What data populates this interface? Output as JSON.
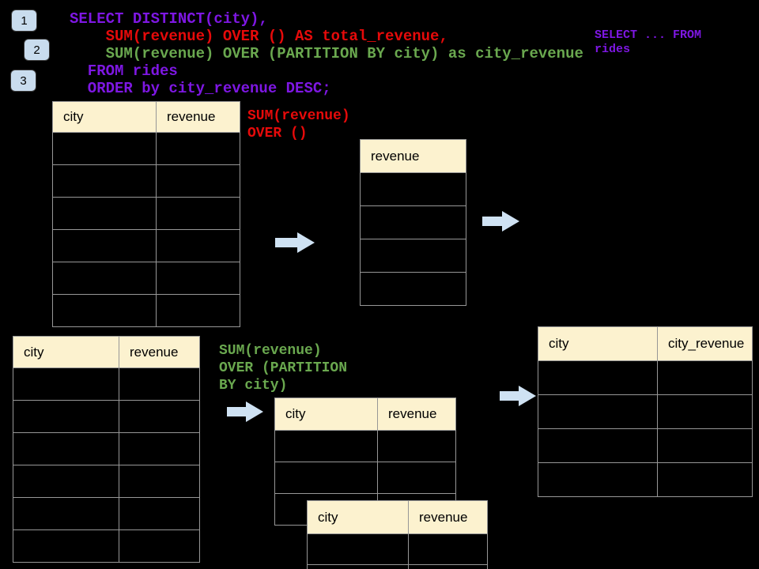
{
  "colors": {
    "bg": "#000000",
    "purple": "#7e17e3",
    "red": "#e60a0a",
    "green": "#6aa84f",
    "cream": "#fcf2cf",
    "grid": "#979797",
    "arrow": "#cfe2f3",
    "badge": "#c9dcee"
  },
  "badges": [
    {
      "label": "1"
    },
    {
      "label": "2"
    },
    {
      "label": "3"
    }
  ],
  "sql_code": {
    "lines": [
      {
        "text": "SELECT DISTINCT(city),",
        "color": "purple",
        "indent_ch": 0
      },
      {
        "text": "SUM(revenue) OVER () AS total_revenue,",
        "color": "red",
        "indent_ch": 4
      },
      {
        "text": "SUM(revenue) OVER (PARTITION BY city) as city_revenue",
        "color": "green",
        "indent_ch": 4
      },
      {
        "text": "FROM rides",
        "color": "purple",
        "indent_ch": 2
      },
      {
        "text": "ORDER by city_revenue DESC;",
        "color": "purple",
        "indent_ch": 2
      }
    ]
  },
  "side_note": {
    "color": "purple",
    "lines": [
      "SELECT ... FROM",
      "rides"
    ]
  },
  "annotations": {
    "total_revenue_label": {
      "color": "red",
      "lines": [
        "SUM(revenue)",
        "OVER ()"
      ]
    },
    "partition_label": {
      "color": "green",
      "lines": [
        "SUM(revenue)",
        "OVER (PARTITION",
        "BY city)"
      ]
    }
  },
  "tables": [
    {
      "id": "t1",
      "name": "rides-source-table-top",
      "headers": [
        "city",
        "revenue"
      ],
      "empty_rows": 6
    },
    {
      "id": "t2",
      "name": "total-revenue-result-table",
      "headers": [
        "revenue"
      ],
      "empty_rows": 4
    },
    {
      "id": "t3",
      "name": "rides-source-table-bottom",
      "headers": [
        "city",
        "revenue"
      ],
      "empty_rows": 6
    },
    {
      "id": "t4",
      "name": "partition-table-back",
      "headers": [
        "city",
        "revenue"
      ],
      "empty_rows": 3
    },
    {
      "id": "t5",
      "name": "partition-table-front",
      "headers": [
        "city",
        "revenue"
      ],
      "empty_rows": 2
    },
    {
      "id": "t6",
      "name": "city-revenue-result-table",
      "headers": [
        "city",
        "city_revenue"
      ],
      "empty_rows": 4
    }
  ]
}
